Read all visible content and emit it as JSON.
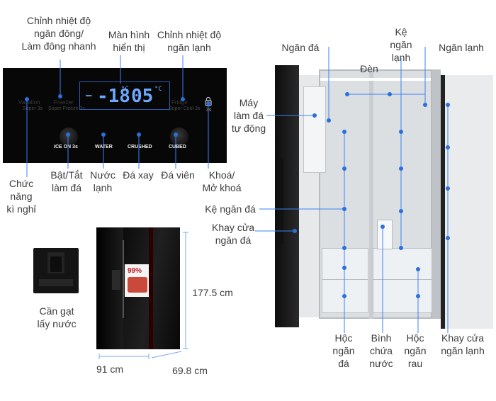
{
  "panel": {
    "display_temp_freezer": "-18",
    "display_temp_fridge": "05",
    "display_unit": "°C",
    "buttons": [
      "ICE ON 3s",
      "WATER",
      "CRUSHED",
      "CUBED"
    ],
    "top_left": "Vacation",
    "top_left_sub": "Super 3s",
    "top_mid": "Freezer",
    "top_mid_sub": "Super Freeze 3s",
    "top_right": "Fridge",
    "top_right_sub": "Super Cool 3s",
    "lock_sub": "3s"
  },
  "labels": {
    "freezer_temp": "Chỉnh nhiệt độ\nngăn đông/\nLàm đông nhanh",
    "display": "Màn hình\nhiển thị",
    "fridge_temp": "Chỉnh nhiệt độ\nngăn lạnh",
    "vacation": "Chức\nnăng\nkì nghỉ",
    "ice_toggle": "Bật/Tắt\nlàm đá",
    "cold_water": "Nước\nlạnh",
    "crushed_ice": "Đá xay",
    "cubed_ice": "Đá viên",
    "lock": "Khoá/\nMở khoá",
    "water_lever": "Cần gạt\nlấy nước",
    "height": "177.5 cm",
    "width": "91 cm",
    "depth": "69.8 cm",
    "ice_compartment": "Ngăn đá",
    "light": "Đèn",
    "fridge_shelf": "Kệ\nngăn\nlạnh",
    "fridge_compartment": "Ngăn lạnh",
    "ice_maker": "Máy\nlàm đá\ntự động",
    "freezer_shelf": "Kệ ngăn đá",
    "freezer_door_tray": "Khay cửa\nngăn đá",
    "freezer_drawer": "Hộc\nngăn\nđá",
    "water_tank": "Bình\nchứa\nnước",
    "veg_drawer": "Hộc\nngăn\nrau",
    "fridge_door_tray": "Khay cửa\nngăn lạnh"
  },
  "fridge_badge": "99%",
  "colors": {
    "accent": "#2a6fdb",
    "line": "#3b82f6",
    "panel": "#070707",
    "digits": "#6da8ff"
  }
}
